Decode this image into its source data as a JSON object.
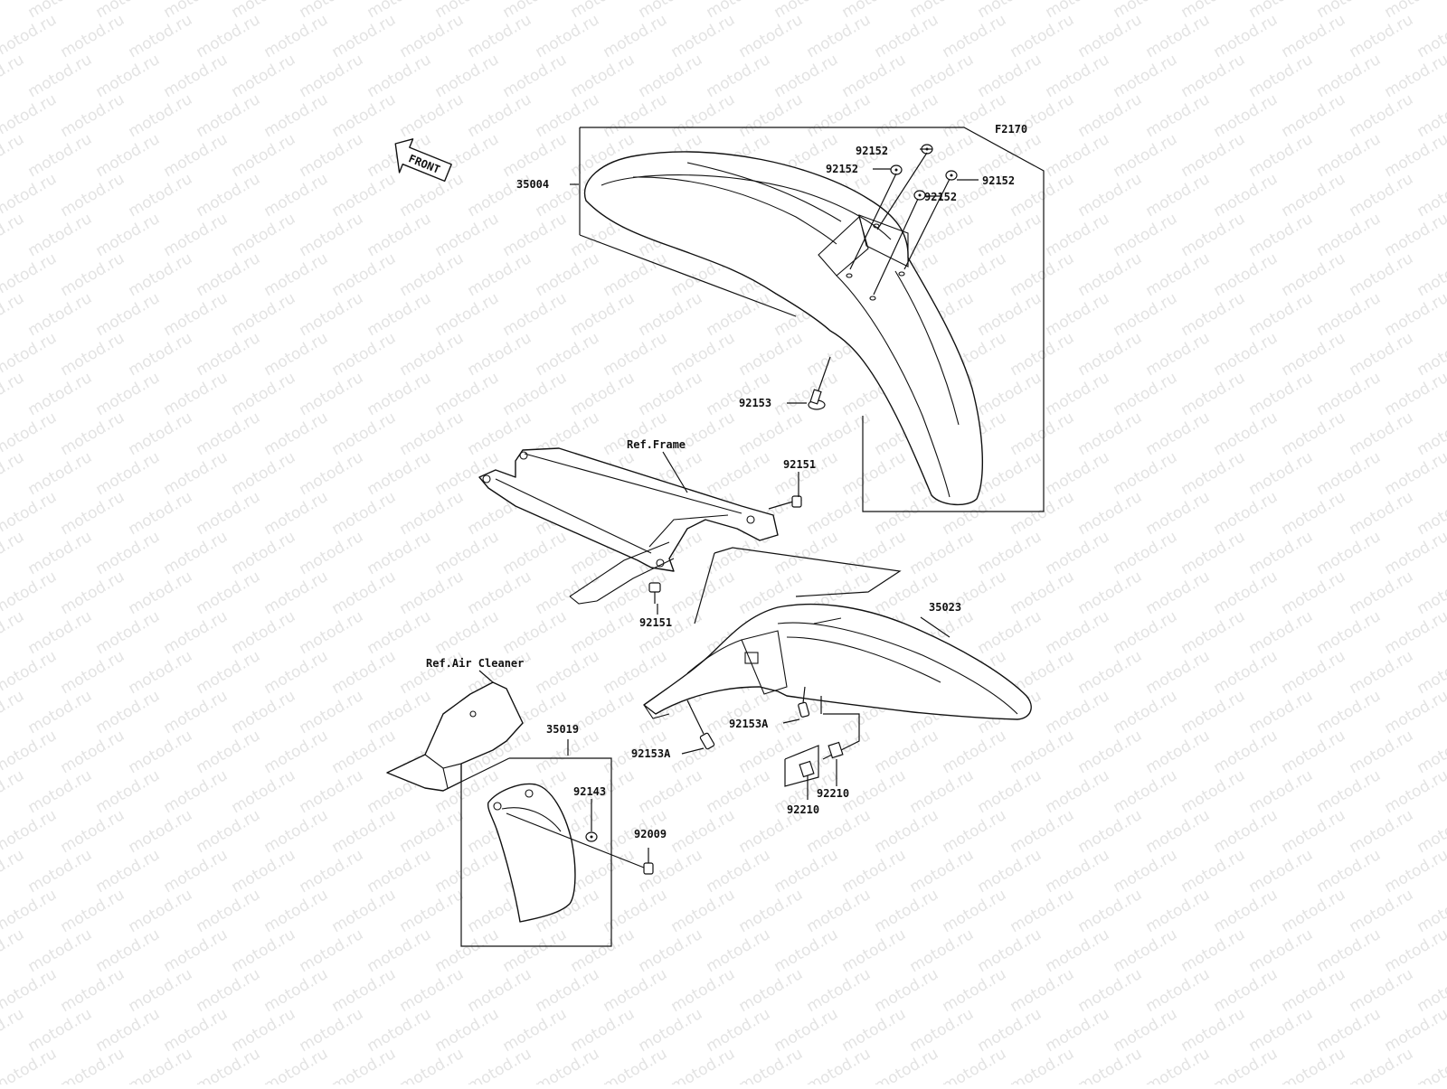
{
  "diagram_code": "F2170",
  "watermark_text": "motod.ru",
  "front_arrow_label": "FRONT",
  "references": {
    "frame": "Ref.Frame",
    "air_cleaner": "Ref.Air Cleaner"
  },
  "parts": {
    "front_fender": "35004",
    "rear_fender": "35023",
    "mud_flap": "35019",
    "washer_92152": "92152",
    "screw_92153": "92153",
    "bolt_92151": "92151",
    "bolt_92153A": "92153A",
    "nut_92210": "92210",
    "washer_92143": "92143",
    "bolt_92009": "92009"
  },
  "colors": {
    "line": "#111111",
    "watermark": "#e3e3e3",
    "background": "#ffffff"
  }
}
